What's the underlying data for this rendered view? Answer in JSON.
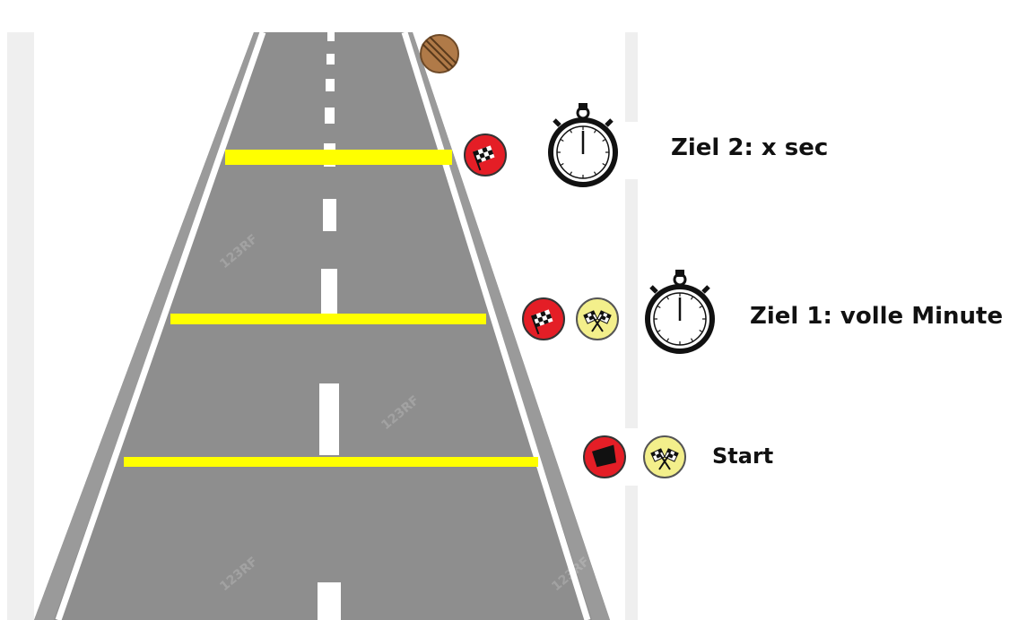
{
  "labels": {
    "ziel2": "Ziel 2: x sec",
    "ziel1": "Ziel 1: volle Minute",
    "start": "Start"
  },
  "watermark": "123RF",
  "colors": {
    "road": "#8e8e8e",
    "road_edge_line": "#ffffff",
    "finish_line": "#ffff00",
    "sign_red": "#e41e26",
    "sign_yellow": "#f3ef8b",
    "end_sign_brown": "#b07a48",
    "stopwatch": "#111111"
  },
  "icons": [
    "end-of-restriction-sign-icon",
    "red-checkered-flag-sign-icon",
    "yellow-checkered-flag-sign-icon",
    "red-start-flag-sign-icon",
    "stopwatch-icon"
  ]
}
